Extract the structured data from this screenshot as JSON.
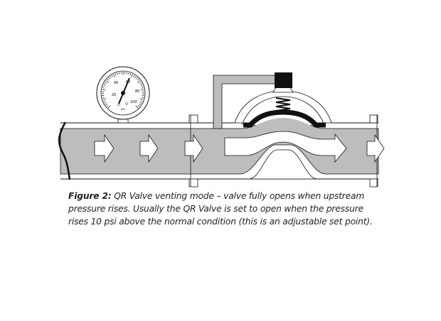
{
  "figure": {
    "label": "Figure 2:",
    "caption_lines": [
      "QR Valve venting mode – valve fully opens when upstream",
      "pressure rises. Usually the QR Valve is set to open when the pressure",
      "rises 10 psi above the normal condition (this is an adjustable set point)."
    ]
  },
  "gauge": {
    "scale_labels": [
      "20",
      "40",
      "60",
      "80",
      "100"
    ],
    "unit": "psi"
  },
  "colors": {
    "flow": "#bcbdbf",
    "ink": "#111111",
    "background": "#ffffff"
  }
}
